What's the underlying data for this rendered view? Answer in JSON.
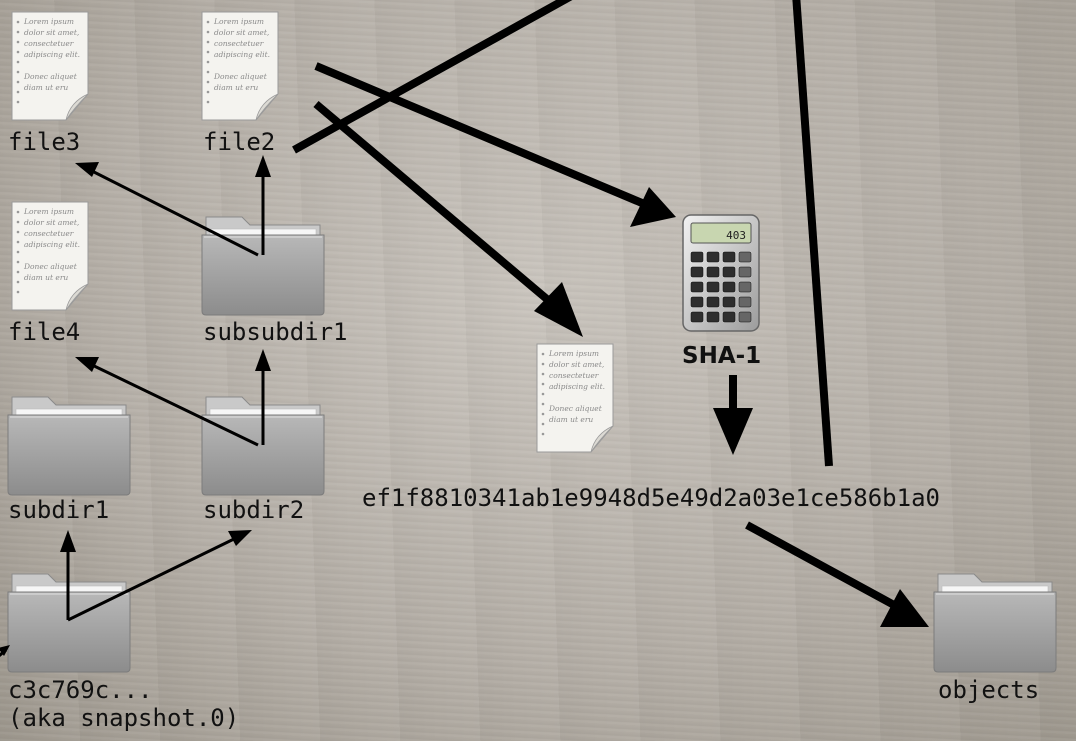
{
  "labels": {
    "file3": "file3",
    "file2": "file2",
    "file4": "file4",
    "subsubdir1": "subsubdir1",
    "subdir1": "subdir1",
    "subdir2": "subdir2",
    "root_hash": "c3c769c...",
    "root_alias": "(aka snapshot.0)",
    "sha": "SHA-1",
    "hash": "ef1f8810341ab1e9948d5e49d2a03e1ce586b1a0",
    "objects": "objects"
  },
  "document_icon_text": {
    "line1": "Lorem ipsum",
    "line2": "dolor sit amet,",
    "line3": "consectetuer",
    "line4": "adipiscing elit.",
    "line5": "Donec aliquet",
    "line6": "diam ut eru"
  },
  "calculator_display": "403",
  "icons": {
    "document": "document-icon",
    "folder": "folder-icon",
    "calculator": "calculator-icon"
  },
  "colors": {
    "arrow": "#000000",
    "text": "#111111",
    "folder": "#9a9a9a"
  }
}
